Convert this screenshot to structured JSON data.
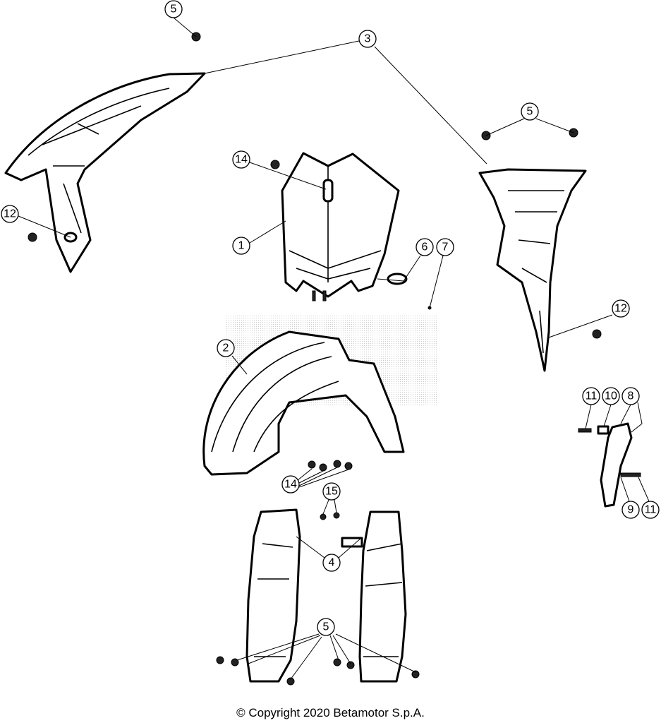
{
  "callouts": [
    {
      "label": "5"
    },
    {
      "label": "3"
    },
    {
      "label": "5"
    },
    {
      "label": "14"
    },
    {
      "label": "12"
    },
    {
      "label": "1"
    },
    {
      "label": "6"
    },
    {
      "label": "7"
    },
    {
      "label": "12"
    },
    {
      "label": "2"
    },
    {
      "label": "11"
    },
    {
      "label": "10"
    },
    {
      "label": "8"
    },
    {
      "label": "14"
    },
    {
      "label": "15"
    },
    {
      "label": "9"
    },
    {
      "label": "11"
    },
    {
      "label": "4"
    },
    {
      "label": "5"
    }
  ],
  "copyright": "© Copyright 2020 Betamotor S.p.A."
}
